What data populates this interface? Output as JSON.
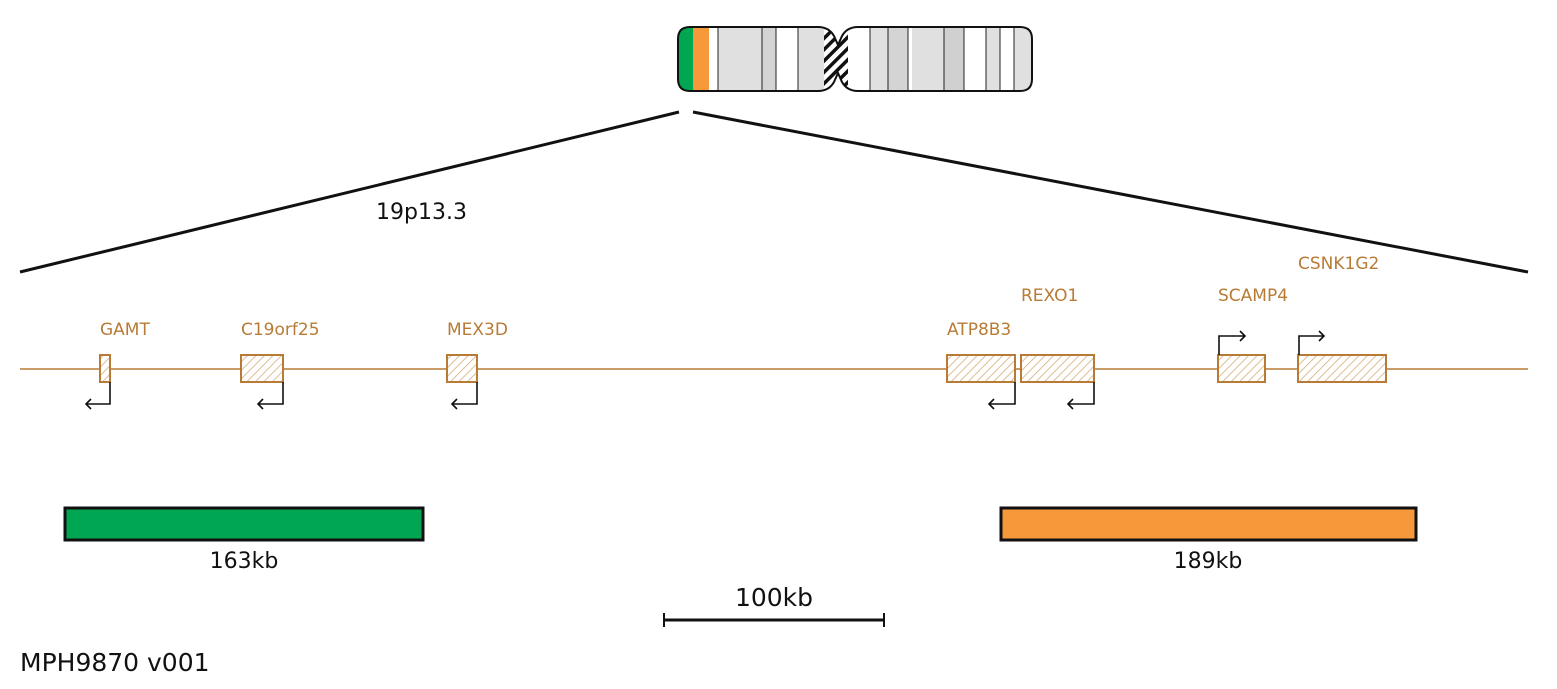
{
  "band_label": "19p13.3",
  "scale_bar_label": "100kb",
  "probe_id": "MPH9870 v001",
  "colors": {
    "gene": "#b87b36",
    "probe_green": "#00a651",
    "probe_orange": "#f7993a",
    "line": "#111111"
  },
  "genes": [
    {
      "name": "GAMT",
      "strand": "-"
    },
    {
      "name": "C19orf25",
      "strand": "-"
    },
    {
      "name": "MEX3D",
      "strand": "-"
    },
    {
      "name": "ATP8B3",
      "strand": "-"
    },
    {
      "name": "REXO1",
      "strand": "-"
    },
    {
      "name": "SCAMP4",
      "strand": "+"
    },
    {
      "name": "CSNK1G2",
      "strand": "+"
    }
  ],
  "probes": [
    {
      "name": "green-probe",
      "size_label": "163kb",
      "color": "#00a651"
    },
    {
      "name": "orange-probe",
      "size_label": "189kb",
      "color": "#f7993a"
    }
  ]
}
